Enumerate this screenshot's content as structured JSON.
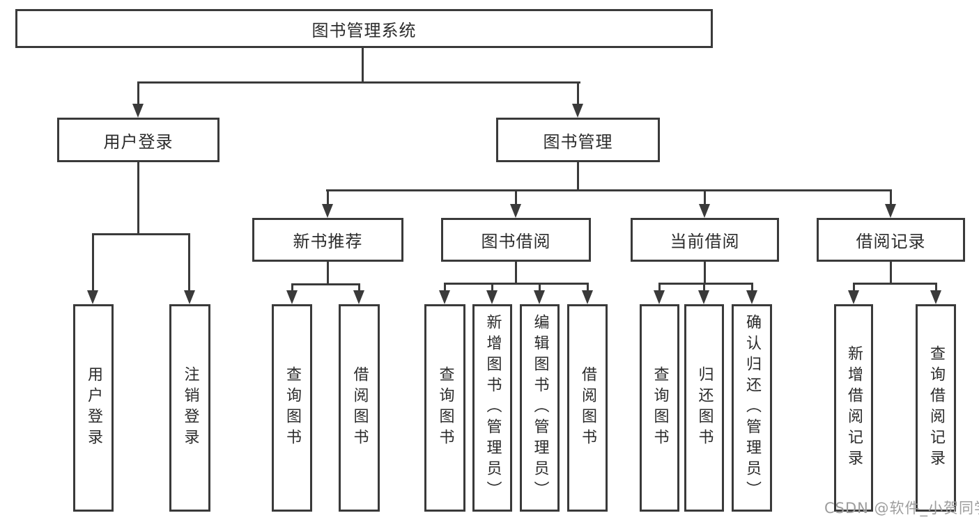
{
  "diagram": {
    "root": {
      "label": "图书管理系统"
    },
    "branches": [
      {
        "label": "用户登录",
        "leaves": [
          "用户登录",
          "注销登录"
        ]
      },
      {
        "label": "图书管理",
        "groups": [
          {
            "label": "新书推荐",
            "leaves": [
              "查询图书",
              "借阅图书"
            ]
          },
          {
            "label": "图书借阅",
            "leaves": [
              "查询图书",
              "新增图书（管理员）",
              "编辑图书（管理员）",
              "借阅图书"
            ]
          },
          {
            "label": "当前借阅",
            "leaves": [
              "查询图书",
              "归还图书",
              "确认归还（管理员）"
            ]
          },
          {
            "label": "借阅记录",
            "leaves": [
              "新增借阅记录",
              "查询借阅记录"
            ]
          }
        ]
      }
    ]
  },
  "watermark": {
    "text": "CSDN @软件_小贺同学"
  },
  "colors": {
    "line": "#3a3a3a",
    "text": "#2b2b2b",
    "watermark": "#9d9d9d",
    "background": "#ffffff"
  }
}
